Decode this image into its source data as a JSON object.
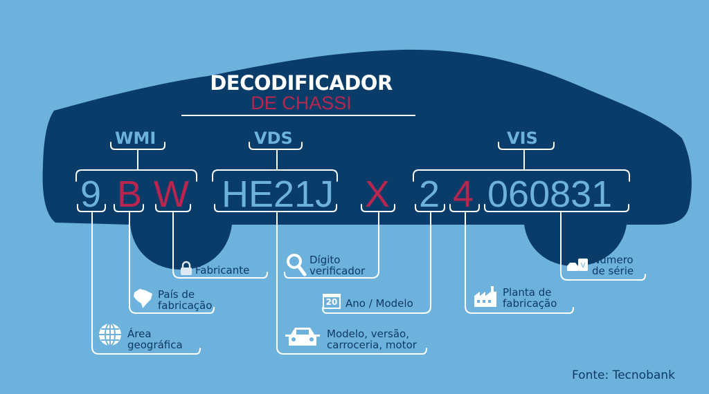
{
  "title": "DECODIFICADOR",
  "subtitle": "DE CHASSI",
  "groups": {
    "wmi": "WMI",
    "vds": "VDS",
    "vis": "VIS"
  },
  "chars": {
    "c1": "9",
    "c2": "B",
    "c3": "W",
    "vds": "HE21J",
    "check": "X",
    "year": "2",
    "plant": "4",
    "serial": "060831"
  },
  "labels": {
    "fabricante": "Fabricante",
    "pais": [
      "País de",
      "fabricação"
    ],
    "area": [
      "Área",
      "geográfica"
    ],
    "digito": [
      "Dígito",
      "verificador"
    ],
    "ano": "Ano / Modelo",
    "calendar": "20",
    "modelo": [
      "Modelo, versão,",
      "carroceria, motor"
    ],
    "planta": [
      "Planta de",
      "fabricação"
    ],
    "numero": [
      "Número",
      "de série"
    ]
  },
  "source": "Fonte: Tecnobank",
  "colors": {
    "background": "#6cb2dc",
    "car": "#0a3c69",
    "accent": "#b8264f",
    "text": "#0c3a63"
  }
}
